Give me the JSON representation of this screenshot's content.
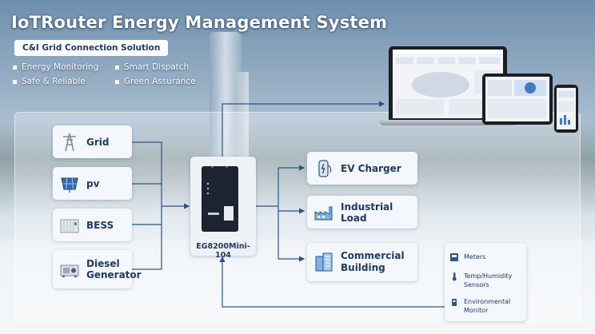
{
  "title": "IoTRouter Energy Management System",
  "subtitle": "C&I Grid Connection Solution",
  "features": [
    "Energy Monitoring",
    "Smart Dispatch",
    "Safe & Reliable",
    "Green Assurance"
  ],
  "sources": [
    {
      "label": "Grid",
      "icon": "grid-tower-icon"
    },
    {
      "label": "pv",
      "icon": "solar-panel-icon"
    },
    {
      "label": "BESS",
      "icon": "battery-storage-icon"
    },
    {
      "label": "Diesel Generator",
      "icon": "diesel-generator-icon"
    }
  ],
  "device": {
    "label": "EG8200Mini-104",
    "icon": "router-device-icon"
  },
  "loads": [
    {
      "label": "EV Charger",
      "icon": "ev-charger-icon"
    },
    {
      "label": "Industrial Load",
      "icon": "factory-icon"
    },
    {
      "label": "Commercial Building",
      "icon": "building-icon"
    }
  ],
  "sensors": [
    {
      "label": "Meters",
      "icon": "meter-icon"
    },
    {
      "label": "Temp/Humidity Sensors",
      "icon": "thermometer-icon"
    },
    {
      "label": "Environmental Monitor",
      "icon": "environment-monitor-icon"
    }
  ],
  "colors": {
    "accent": "#2c5487",
    "text": "#1e3a66",
    "card": "#f4f7fb"
  }
}
